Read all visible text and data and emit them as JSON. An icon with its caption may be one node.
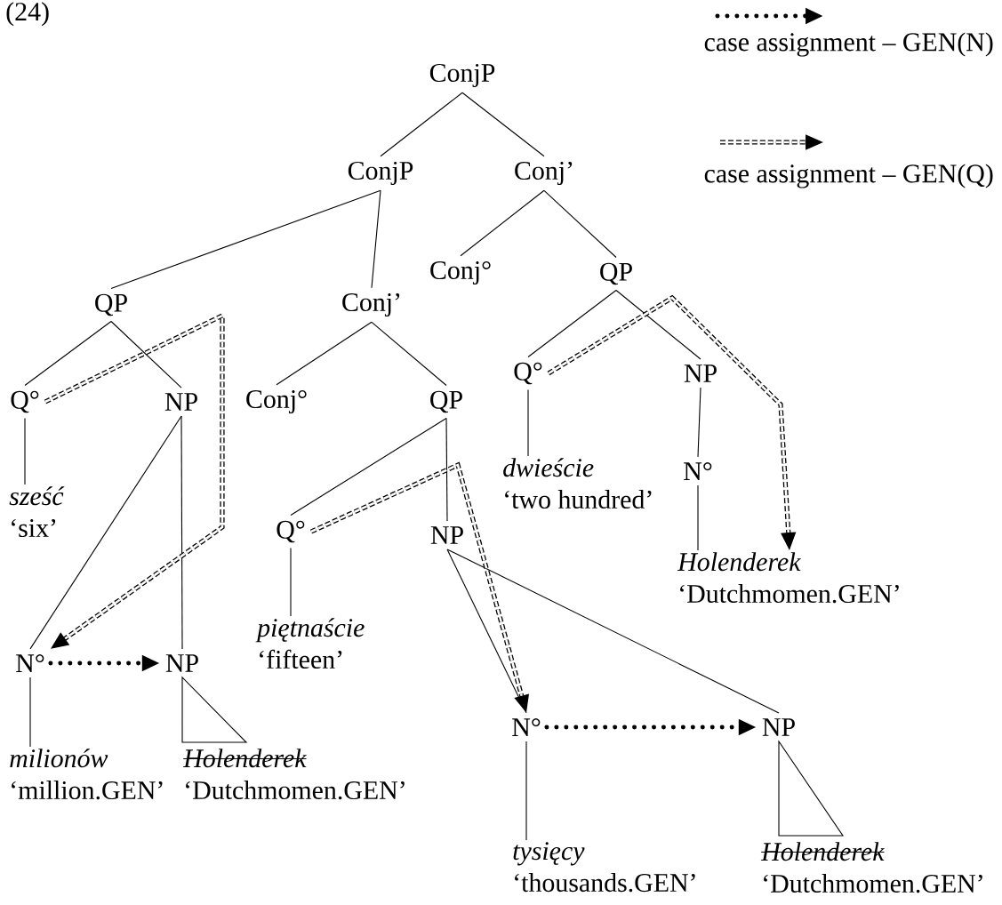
{
  "diagram": {
    "nodes": [
      {
        "text": [
          "ConjP"
        ]
      },
      {
        "text": [
          "ConjP"
        ]
      },
      {
        "text": [
          "Conj’"
        ]
      },
      {
        "text": [
          "Conj°"
        ]
      },
      {
        "text": [
          "QP"
        ]
      },
      {
        "text": [
          "QP"
        ]
      },
      {
        "text": [
          "Conj’"
        ]
      },
      {
        "text": [
          "Q°"
        ]
      },
      {
        "text": [
          "NP"
        ]
      },
      {
        "text": [
          "Conj°"
        ]
      },
      {
        "text": [
          "QP"
        ]
      },
      {
        "text": [
          "Q°"
        ]
      },
      {
        "text": [
          "NP"
        ]
      },
      {
        "text": [
          "sześć",
          "‘six’"
        ]
      },
      {
        "text": [
          "Q°"
        ]
      },
      {
        "text": [
          "NP"
        ]
      },
      {
        "text": [
          "dwieście",
          "‘two hundred’"
        ]
      },
      {
        "text": [
          "N°"
        ]
      },
      {
        "text": [
          "N°"
        ]
      },
      {
        "text": [
          "NP"
        ]
      },
      {
        "text": [
          "piętnaście",
          "‘fifteen’"
        ]
      },
      {
        "text": [
          "Holenderek",
          "‘Dutchmomen.GEN’"
        ]
      },
      {
        "text": [
          "N°"
        ]
      },
      {
        "text": [
          "NP"
        ]
      },
      {
        "text": [
          "milionów",
          "‘million.GEN’"
        ]
      },
      {
        "text": [
          "Holenderek",
          "‘Dutchmomen.GEN’"
        ]
      },
      {
        "text": [
          "tysięcy",
          "‘thousands.GEN’"
        ]
      },
      {
        "text": [
          "Holenderek",
          "‘Dutchmomen.GEN’"
        ]
      }
    ],
    "edges": [
      {
        "from": 0,
        "to": 1,
        "arrow": "none"
      },
      {
        "from": 0,
        "to": 2,
        "arrow": "none"
      },
      {
        "from": 1,
        "to": 5,
        "arrow": "none"
      },
      {
        "from": 1,
        "to": 6,
        "arrow": "none"
      },
      {
        "from": 2,
        "to": 3,
        "arrow": "none"
      },
      {
        "from": 2,
        "to": 4,
        "arrow": "none"
      },
      {
        "from": 5,
        "to": 7,
        "arrow": "none"
      },
      {
        "from": 5,
        "to": 8,
        "arrow": "none"
      },
      {
        "from": 6,
        "to": 9,
        "arrow": "none"
      },
      {
        "from": 6,
        "to": 10,
        "arrow": "none"
      },
      {
        "from": 4,
        "to": 11,
        "arrow": "none"
      },
      {
        "from": 4,
        "to": 12,
        "arrow": "none"
      },
      {
        "from": 7,
        "to": 13,
        "arrow": "none"
      },
      {
        "from": 8,
        "to": 18,
        "arrow": "none"
      },
      {
        "from": 8,
        "to": 19,
        "arrow": "none"
      },
      {
        "from": 10,
        "to": 14,
        "arrow": "none"
      },
      {
        "from": 10,
        "to": 15,
        "arrow": "none"
      },
      {
        "from": 11,
        "to": 16,
        "arrow": "none"
      },
      {
        "from": 12,
        "to": 17,
        "arrow": "none"
      },
      {
        "from": 14,
        "to": 20,
        "arrow": "none"
      },
      {
        "from": 17,
        "to": 21,
        "arrow": "none"
      },
      {
        "from": 15,
        "to": 22,
        "arrow": "none"
      },
      {
        "from": 15,
        "to": 23,
        "arrow": "none"
      },
      {
        "from": 18,
        "to": 24,
        "arrow": "none"
      },
      {
        "from": 19,
        "to": 25,
        "arrow": "none"
      },
      {
        "from": 22,
        "to": 26,
        "arrow": "none"
      },
      {
        "from": 23,
        "to": 27,
        "arrow": "none"
      },
      {
        "from": 7,
        "to": 18,
        "arrow": "to",
        "style": "dashed"
      },
      {
        "from": 14,
        "to": 22,
        "arrow": "to",
        "style": "dashed"
      },
      {
        "from": 11,
        "to": 21,
        "arrow": "to",
        "style": "dashed"
      },
      {
        "from": 18,
        "to": 19,
        "arrow": "to",
        "style": "dashed"
      },
      {
        "from": 22,
        "to": 23,
        "arrow": "to",
        "style": "dashed"
      }
    ],
    "labels": [
      "(24)"
    ],
    "legend": [
      {
        "text": "case assignment – GEN(N)"
      },
      {
        "text": "case assignment – GEN(Q)"
      }
    ]
  }
}
